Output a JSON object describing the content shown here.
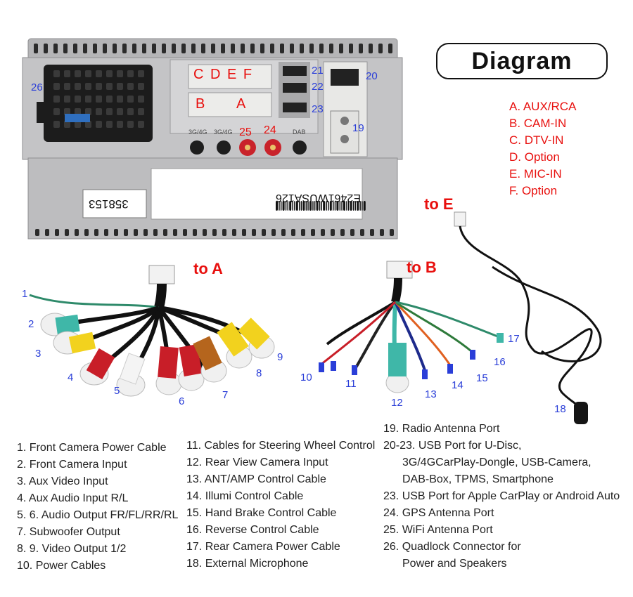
{
  "title": "Diagram",
  "connector_legend": [
    "A. AUX/RCA",
    "B. CAM-IN",
    "C. DTV-IN",
    "D. Option",
    "E. MIC-IN",
    "F. Option"
  ],
  "unit": {
    "port_labels_top": "C D E F",
    "port_label_b": "B",
    "port_label_a": "A",
    "antenna_labels": [
      "3G/4G",
      "3G/4G",
      "DAB"
    ],
    "serial": "E2461WUSA126",
    "sticker_number": "358153"
  },
  "callouts": {
    "to_a": "to A",
    "to_b": "to B",
    "to_e": "to E",
    "n1": "1",
    "n2": "2",
    "n3": "3",
    "n4": "4",
    "n5": "5",
    "n6": "6",
    "n7": "7",
    "n8": "8",
    "n9": "9",
    "n10": "10",
    "n11": "11",
    "n12": "12",
    "n13": "13",
    "n14": "14",
    "n15": "15",
    "n16": "16",
    "n17": "17",
    "n18": "18",
    "n19": "19",
    "n20": "20",
    "n21": "21",
    "n22": "22",
    "n23": "23",
    "n24": "24",
    "n25": "25",
    "n26": "26"
  },
  "legend_col1": [
    "1. Front Camera Power Cable",
    "2. Front Camera Input",
    "3. Aux Video Input",
    "4. Aux Audio Input R/L",
    "5. 6. Audio Output FR/FL/RR/RL",
    "7. Subwoofer Output",
    "8. 9. Video Output 1/2",
    "10. Power Cables"
  ],
  "legend_col2": [
    "11. Cables for Steering Wheel Control",
    "12. Rear View Camera Input",
    "13. ANT/AMP Control Cable",
    "14. Illumi Control Cable",
    "15. Hand Brake Control Cable",
    "16. Reverse Control Cable",
    "17. Rear Camera Power Cable",
    "18. External Microphone"
  ],
  "legend_col3": [
    "19. Radio Antenna Port",
    "20-23. USB Port for U-Disc,",
    "3G/4GCarPlay-Dongle, USB-Camera,",
    "DAB-Box, TPMS, Smartphone",
    "23. USB Port  for Apple CarPlay or  Android Auto",
    "24. GPS Antenna Port",
    "25. WiFi Antenna Port",
    "26. Quadlock Connector for",
    "Power and Speakers"
  ],
  "colors": {
    "callout_red": "#e8100e",
    "callout_blue": "#2a3ed8",
    "rca_red": "#c81e28",
    "rca_yellow": "#f2d21e",
    "rca_white": "#f4f4f4",
    "rca_teal": "#3fb7a8",
    "unit_grey": "#b9b9bb"
  }
}
